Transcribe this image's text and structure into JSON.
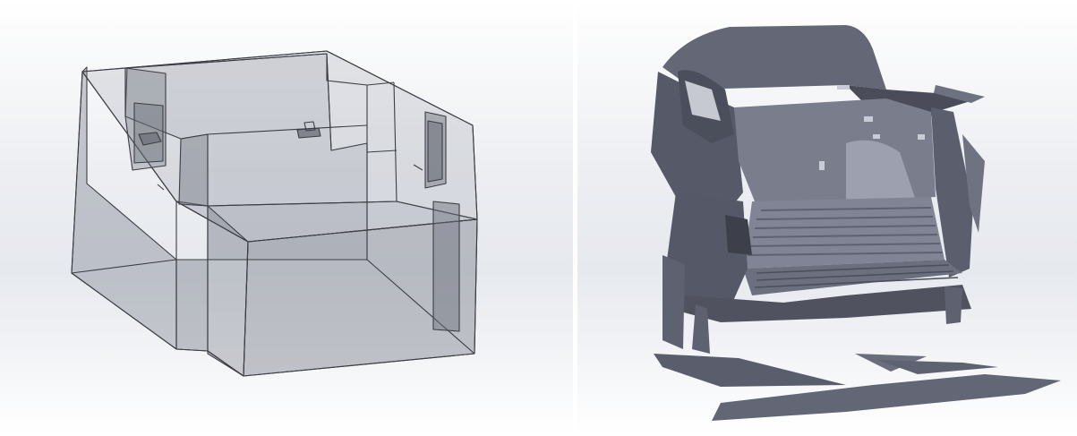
{
  "viewports": [
    {
      "name": "cad-box-assembly",
      "render_mode": "transparent-shaded",
      "colors": {
        "edge": "#3c3e44",
        "face": "#8a8e98",
        "background_top": "#ffffff",
        "background_mid": "#e9ecf1"
      }
    },
    {
      "name": "truck-bed-scan",
      "render_mode": "shaded-mesh",
      "colors": {
        "mesh": "#636776",
        "mesh_dark": "#41444f",
        "mesh_light": "#9ea2b0",
        "background_top": "#ffffff",
        "background_mid": "#e9ecf1"
      }
    }
  ]
}
